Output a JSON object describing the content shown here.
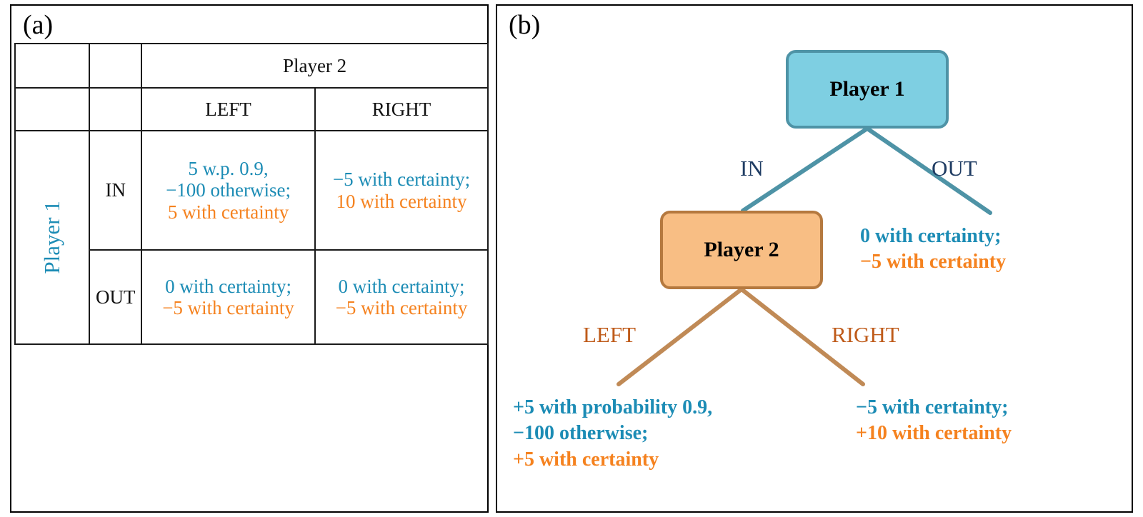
{
  "figure": {
    "panel_a_label": "(a)",
    "panel_b_label": "(b)"
  },
  "colors": {
    "player1_blue_text": "#1C8CB5",
    "player2_orange_text": "#F5821F",
    "player1_node_fill": "#7ECFE2",
    "player1_node_border": "#4E93A6",
    "player2_node_fill": "#F8BE84",
    "player2_node_border": "#B5793F",
    "in_out_label": "#1F3C63",
    "left_right_label": "#BF5B1A",
    "grid_line": "#1a1a1a"
  },
  "matrix": {
    "column_player": "Player 2",
    "row_player": "Player 1",
    "column_headers": [
      "LEFT",
      "RIGHT"
    ],
    "row_headers": [
      "IN",
      "OUT"
    ],
    "cells": {
      "in_left": {
        "p1_line1": "5 w.p. 0.9,",
        "p1_line2": "−100 otherwise;",
        "p2_line1": "5 with certainty"
      },
      "in_right": {
        "p1_line1": "−5 with certainty;",
        "p2_line1": "10 with certainty"
      },
      "out_left": {
        "p1_line1": "0 with certainty;",
        "p2_line1": "−5 with certainty"
      },
      "out_right": {
        "p1_line1": "0 with certainty;",
        "p2_line1": "−5 with certainty"
      }
    }
  },
  "tree": {
    "nodes": {
      "root": "Player 1",
      "second": "Player 2"
    },
    "edges": {
      "in": "IN",
      "out": "OUT",
      "left": "LEFT",
      "right": "RIGHT"
    },
    "payoffs": {
      "out": {
        "p1_line1": "0 with certainty;",
        "p2_line1": "−5 with certainty"
      },
      "left": {
        "p1_line1": "+5 with probability 0.9,",
        "p1_line2": "−100 otherwise;",
        "p2_line1": "+5 with certainty"
      },
      "right": {
        "p1_line1": "−5 with certainty;",
        "p2_line1": "+10 with certainty"
      }
    }
  }
}
